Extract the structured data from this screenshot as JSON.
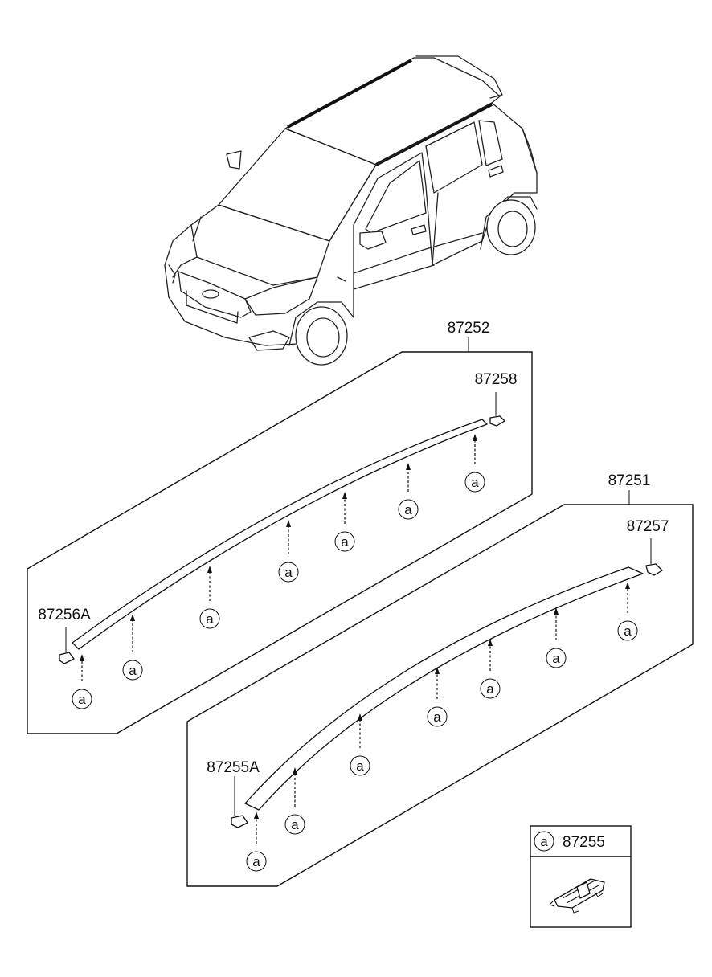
{
  "diagram": {
    "parts": {
      "p87252": "87252",
      "p87258": "87258",
      "p87256A": "87256A",
      "p87251": "87251",
      "p87257": "87257",
      "p87255A": "87255A",
      "p87255": "87255"
    },
    "callout_symbol": "a",
    "legend": {
      "symbol": "a",
      "part": "87255"
    }
  }
}
